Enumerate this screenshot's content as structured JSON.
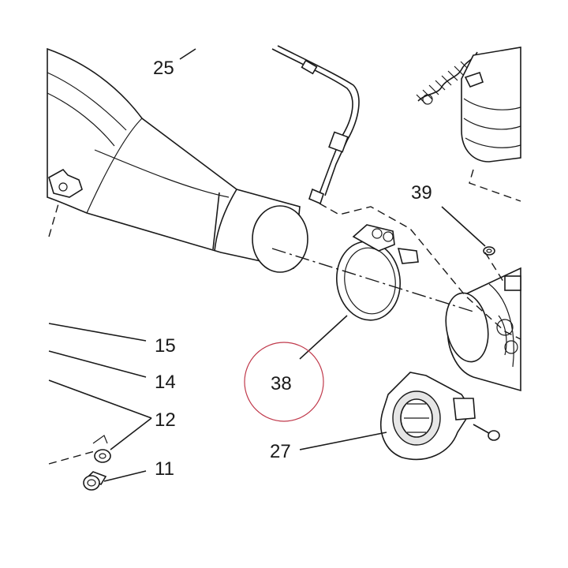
{
  "diagram": {
    "callouts": [
      {
        "id": "25",
        "label": "25"
      },
      {
        "id": "39",
        "label": "39"
      },
      {
        "id": "15",
        "label": "15"
      },
      {
        "id": "14",
        "label": "14"
      },
      {
        "id": "12",
        "label": "12"
      },
      {
        "id": "38",
        "label": "38"
      },
      {
        "id": "27",
        "label": "27"
      },
      {
        "id": "11",
        "label": "11"
      }
    ],
    "highlighted_callout": "38",
    "colors": {
      "line": "#1a1a1a",
      "highlight_ring": "#c0394b",
      "part_fill": "#ffffff",
      "shade_fill": "#e6e6e6"
    }
  }
}
